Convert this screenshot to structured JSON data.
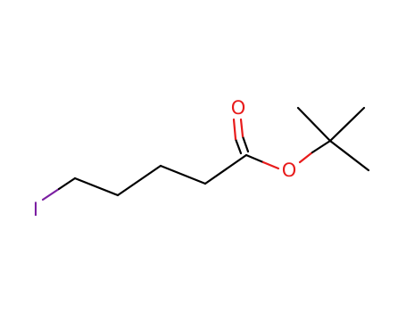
{
  "molecule": {
    "atoms": {
      "iodine": {
        "label": "I",
        "color": "#7b1fa2"
      },
      "carbonyl_oxygen": {
        "label": "O",
        "color": "#e81b1b"
      },
      "ester_oxygen": {
        "label": "O",
        "color": "#e81b1b"
      }
    },
    "bond_color": "#000000"
  }
}
